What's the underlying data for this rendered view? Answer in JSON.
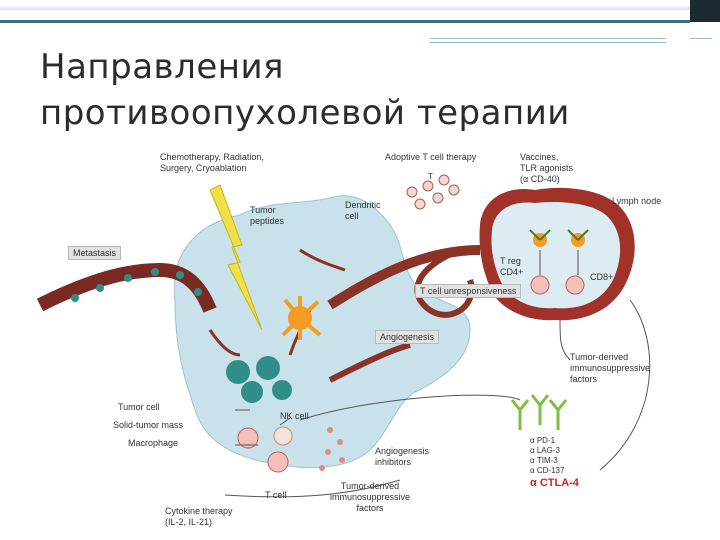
{
  "title": "Направления противоопухолевой терапии",
  "labels": {
    "chemo": "Chemotherapy, Radiation,\nSurgery, Cryoablation",
    "adoptive": "Adoptive T cell therapy",
    "vaccines": "Vaccines,\nTLR agonists\n(α CD-40)",
    "lymph_node": "Lymph node",
    "tumor_peptides": "Tumor\npeptides",
    "dendritic": "Dendritic\ncell",
    "metastasis": "Metastasis",
    "t_reg": "T reg\nCD4+",
    "cd8": "CD8+",
    "unresponsiveness": "T cell unresponsiveness",
    "angiogenesis": "Angiogenesis",
    "tumor_derived_right": "Tumor-derived\nimmunosuppressive\nfactors",
    "tumor_cell": "Tumor cell",
    "solid_tumor": "Solid-tumor mass",
    "nk_cell": "NK cell",
    "macrophage": "Macrophage",
    "angio_inhibitors": "Angiogenesis\ninhibitors",
    "tumor_derived_bottom": "Tumor-derived\nimmunosuppressive\nfactors",
    "t_cell": "T cell",
    "cytokine": "Cytokine therapy\n(IL-2, IL-21)",
    "t_letter": "T"
  },
  "antibodies": [
    "α PD-1",
    "α LAG-3",
    "α TIM-3",
    "α CD-137"
  ],
  "ctla4": "α CTLA-4",
  "colors": {
    "tumor_mass": "#c9e1ea",
    "vessel": "#7a2a22",
    "lymph_node": "#a0322a",
    "tumor_cell": "#2f8f86",
    "dendritic": "#f59a23",
    "lightning": "#f0e048",
    "ctla4": "#d42020",
    "antibody": "#7ac043"
  }
}
